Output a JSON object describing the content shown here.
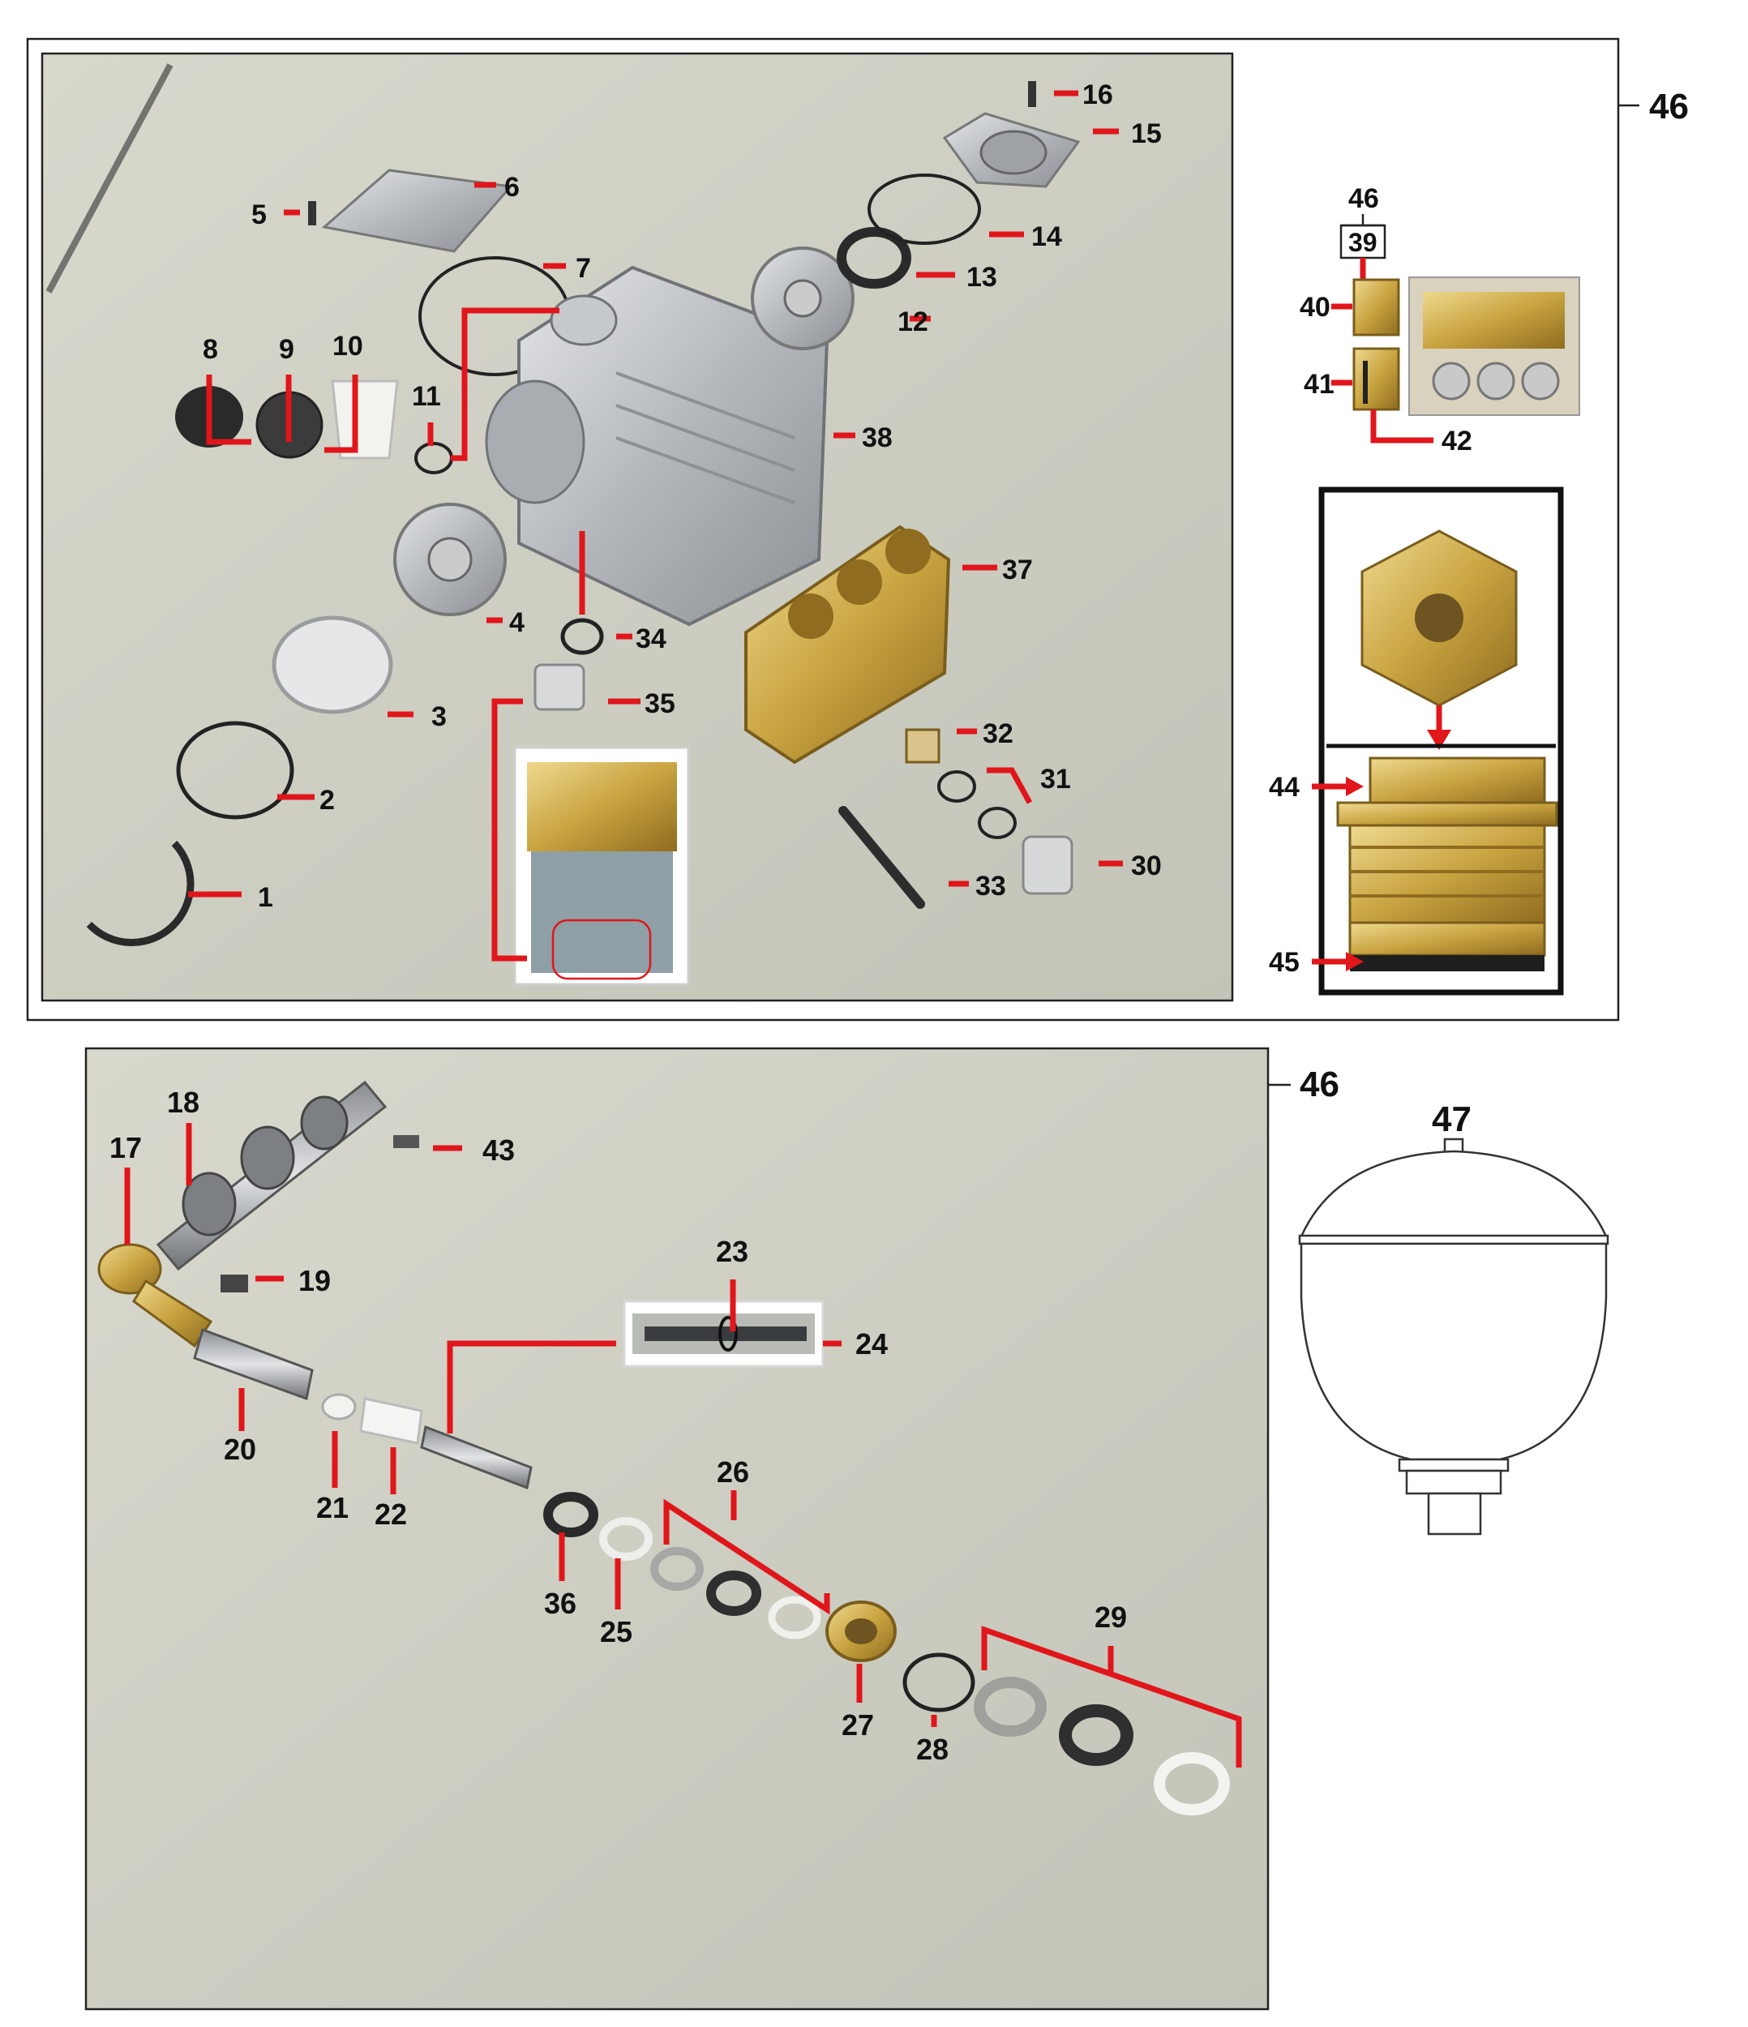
{
  "colors": {
    "leader": "#e0161b",
    "photo_bg": "#cfcfc3",
    "frame": "#222222",
    "aluminium": "#b9bcbf",
    "brass": "#c9a441",
    "rubber": "#2a2a2a"
  },
  "top_panel": {
    "assembly_ref": "46",
    "callouts": [
      "1",
      "2",
      "3",
      "4",
      "5",
      "6",
      "7",
      "8",
      "9",
      "10",
      "11",
      "12",
      "13",
      "14",
      "15",
      "16",
      "38",
      "37",
      "34",
      "35",
      "32",
      "31",
      "30",
      "33"
    ],
    "detail_valve": {
      "group": "46",
      "subgroup": "39",
      "labels": [
        "40",
        "41",
        "42"
      ]
    },
    "detail_plug": {
      "labels": [
        "44",
        "45"
      ]
    }
  },
  "bottom_panel": {
    "assembly_ref": "46",
    "callouts": [
      "18",
      "17",
      "43",
      "19",
      "23",
      "24",
      "20",
      "21",
      "22",
      "26",
      "36",
      "25",
      "29",
      "27",
      "28"
    ],
    "accumulator_label": "47"
  }
}
